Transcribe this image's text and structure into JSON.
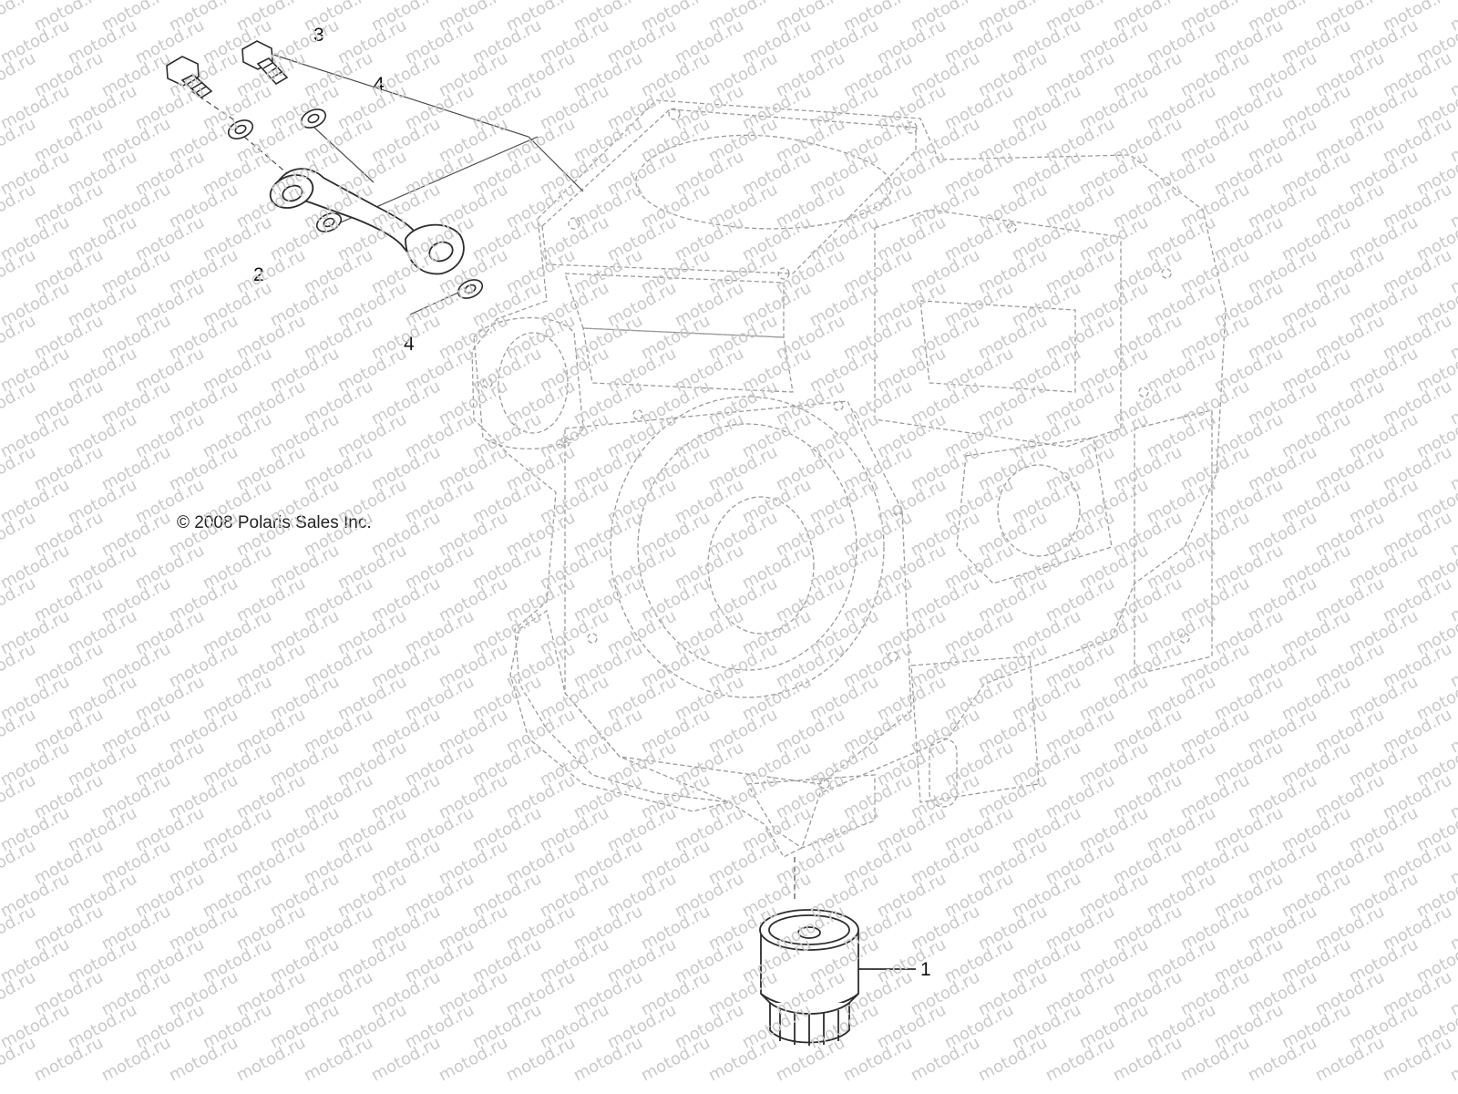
{
  "callouts": {
    "c1": "1",
    "c2": "2",
    "c3": "3",
    "c4a": "4",
    "c4b": "4"
  },
  "copyright": "© 2008 Polaris Sales Inc.",
  "watermark": "motod.ru",
  "colors": {
    "line": "#4a4a4a",
    "ghost_line": "#9a9a9a",
    "watermark": "#c9c9c9",
    "background": "#ffffff"
  }
}
